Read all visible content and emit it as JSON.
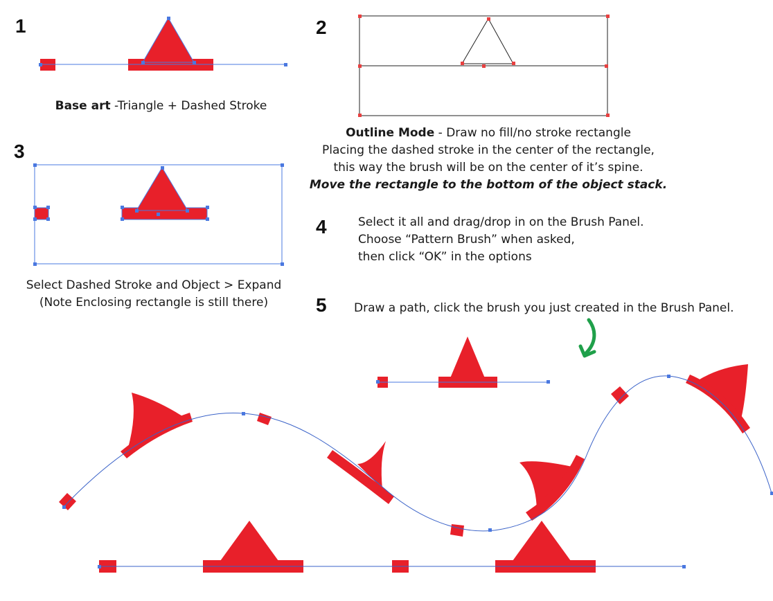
{
  "colors": {
    "art_red": "#e8202a",
    "selection_blue": "#4a78e0",
    "path_blue": "#3a62c8",
    "outline_point_red": "#e84040",
    "arrow_green": "#1fa04a"
  },
  "steps": {
    "s1": {
      "number": "1",
      "caption_bold": "Base art",
      "caption_rest": " -Triangle + Dashed Stroke"
    },
    "s2": {
      "number": "2",
      "line1_bold": "Outline Mode",
      "line1_rest": " - Draw no fill/no stroke rectangle",
      "line2": "Placing the dashed stroke in the center of the rectangle,",
      "line3": "this way the brush will be on the center of it’s spine.",
      "line4": "Move the rectangle to the bottom of the object stack."
    },
    "s3": {
      "number": "3",
      "line1": "Select Dashed Stroke and Object > Expand",
      "line2": "(Note Enclosing rectangle is still there)"
    },
    "s4": {
      "number": "4",
      "line1": "Select it all and drag/drop in on the Brush Panel.",
      "line2": "Choose “Pattern Brush” when asked,",
      "line3": "then click “OK” in the options"
    },
    "s5": {
      "number": "5",
      "line1": "Draw a path, click the brush you just created in the Brush Panel."
    }
  },
  "icons": {
    "arrow": "curved-down-arrow-icon"
  }
}
